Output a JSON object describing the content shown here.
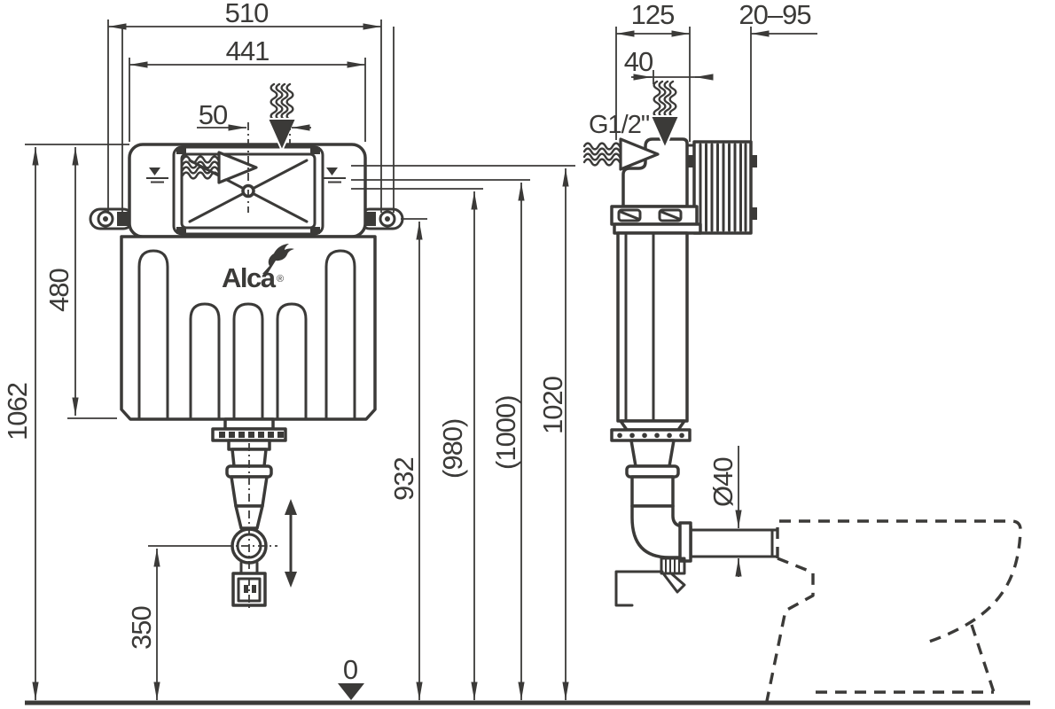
{
  "colors": {
    "line": "#3b3a38",
    "background": "#ffffff"
  },
  "front": {
    "overall_width": "510",
    "body_width": "441",
    "center_offset": "50",
    "body_height": "480",
    "overall_height": "1062",
    "outlet_height": "350",
    "anchor_height": "932",
    "level_980": "(980)",
    "level_1000": "(1000)",
    "level_1020": "1020",
    "datum": "0",
    "logo": "Alca",
    "registered": "®"
  },
  "side": {
    "depth": "125",
    "inlet_offset": "40",
    "wall_thickness_range": "20–95",
    "inlet_thread": "G1/2\"",
    "outlet_diameter": "Ø40"
  }
}
